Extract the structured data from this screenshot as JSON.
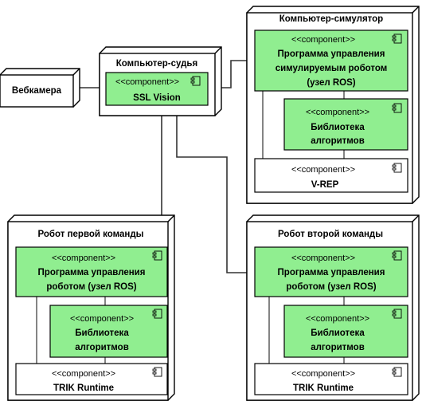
{
  "diagram": {
    "nodes": {
      "webcam": {
        "title": "Вебкамера"
      },
      "judge": {
        "title": "Компьютер-судья"
      },
      "simulator": {
        "title": "Компьютер-симулятор"
      },
      "robot1": {
        "title": "Робот первой команды"
      },
      "robot2": {
        "title": "Робот второй команды"
      }
    },
    "stereotype": "<<component>>",
    "components": {
      "ssl_vision": {
        "lines": [
          "SSL Vision"
        ]
      },
      "sim_control": {
        "lines": [
          "Программа управления",
          "симулируемым роботом",
          "(узел ROS)"
        ]
      },
      "sim_library": {
        "lines": [
          "Библиотека",
          "алгоритмов"
        ]
      },
      "vrep": {
        "lines": [
          "V-REP"
        ]
      },
      "r1_control": {
        "lines": [
          "Программа управления",
          "роботом (узел ROS)"
        ]
      },
      "r1_library": {
        "lines": [
          "Библиотека",
          "алгоритмов"
        ]
      },
      "r1_trik": {
        "lines": [
          "TRIK Runtime"
        ]
      },
      "r2_control": {
        "lines": [
          "Программа управления",
          "роботом (узел ROS)"
        ]
      },
      "r2_library": {
        "lines": [
          "Библиотека",
          "алгоритмов"
        ]
      },
      "r2_trik": {
        "lines": [
          "TRIK Runtime"
        ]
      }
    },
    "colors": {
      "component_fill": "#90ee90",
      "plain_fill": "#ffffff",
      "node_fill": "#ffffff",
      "line": "#000000",
      "connector": "#444444"
    }
  }
}
